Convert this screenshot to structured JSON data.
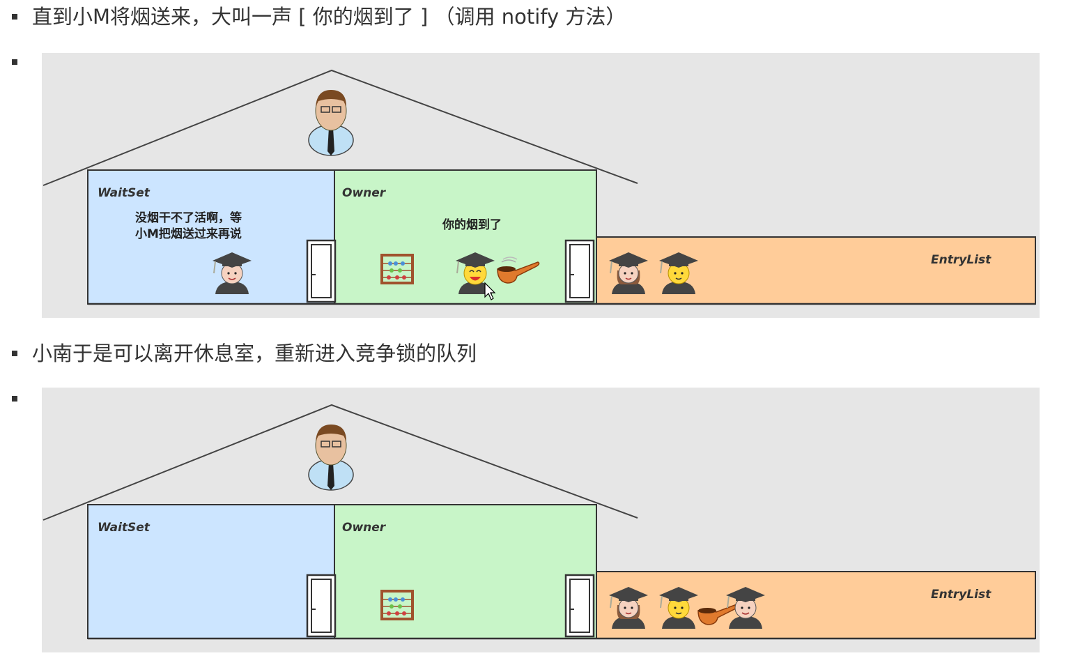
{
  "bullets": [
    {
      "text": "直到小M将烟送来，大叫一声 [ 你的烟到了 ] （调用 notify 方法）"
    },
    {
      "text": ""
    },
    {
      "text": "小南于是可以离开休息室，重新进入竞争锁的队列"
    },
    {
      "text": ""
    }
  ],
  "diagrams": [
    {
      "waitset_label": "WaitSet",
      "owner_label": "Owner",
      "entrylist_label": "EntryList",
      "waitset_speech_line1": "没烟干不了活啊，等",
      "waitset_speech_line2": "小M把烟送过来再说",
      "owner_speech": "你的烟到了"
    },
    {
      "waitset_label": "WaitSet",
      "owner_label": "Owner",
      "entrylist_label": "EntryList"
    }
  ],
  "colors": {
    "waitset": "#cce5ff",
    "owner": "#c8f5c8",
    "entrylist": "#ffcc99",
    "panel": "#e6e6e6",
    "outline": "#333333"
  }
}
